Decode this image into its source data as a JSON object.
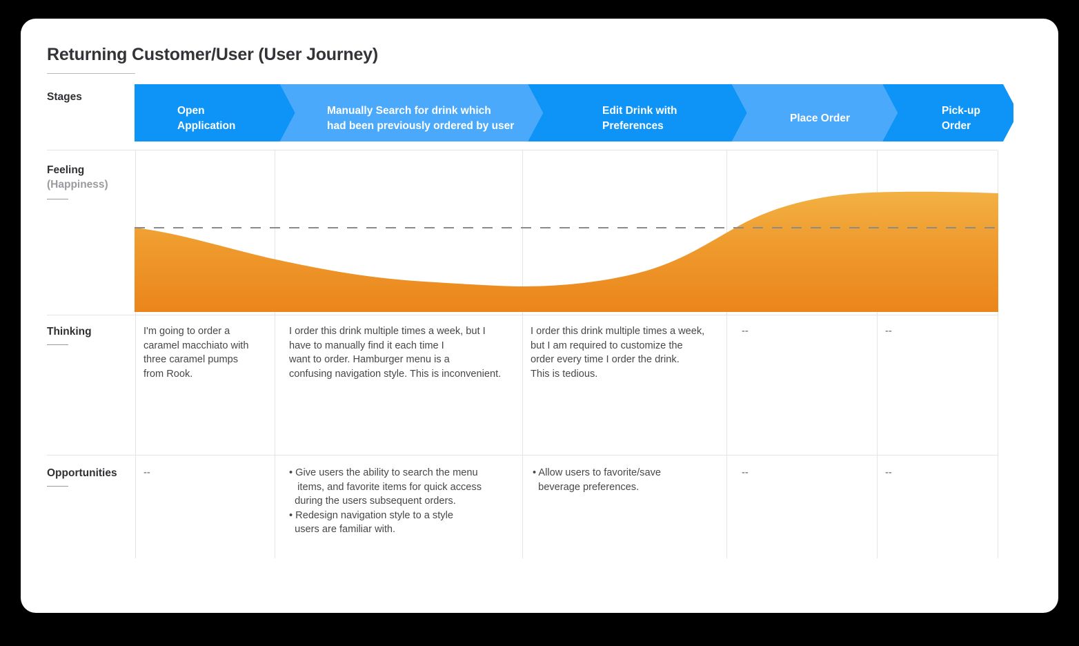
{
  "title": "Returning Customer/User (User Journey)",
  "colors": {
    "stage_dark": "#0e93f7",
    "stage_light": "#4aa9fb",
    "chart_top": "#f2ad3c",
    "chart_bottom": "#ec881d",
    "baseline": "#8a8b8e",
    "grid": "#e3e4e6",
    "card": "#ffffff",
    "page_background": "#000000"
  },
  "rows": {
    "stages_label": "Stages",
    "feeling_label": "Feeling",
    "feeling_sublabel": "(Happiness)",
    "thinking_label": "Thinking",
    "opportunities_label": "Opportunities"
  },
  "stages": [
    {
      "id": "open-application",
      "lines": [
        "Open",
        "Application"
      ],
      "tone": "dark"
    },
    {
      "id": "manual-search",
      "lines": [
        "Manually Search for drink which",
        "had been previously ordered by user"
      ],
      "tone": "light"
    },
    {
      "id": "edit-drink",
      "lines": [
        "Edit Drink with",
        "Preferences"
      ],
      "tone": "dark"
    },
    {
      "id": "place-order",
      "lines": [
        "Place Order"
      ],
      "tone": "light"
    },
    {
      "id": "pick-up-order",
      "lines": [
        "Pick-up",
        "Order"
      ],
      "tone": "dark"
    }
  ],
  "thinking": [
    {
      "lines": [
        "I'm going to order a",
        "caramel macchiato with",
        "three caramel pumps",
        "from Rook."
      ]
    },
    {
      "lines": [
        "I order this drink multiple times a week, but I",
        "have to manually find it each time I",
        "want to order. Hamburger menu is a",
        "confusing navigation style. This is inconvenient."
      ]
    },
    {
      "lines": [
        "I order this drink multiple times a week,",
        "but I am required to customize the",
        "order every time I order the drink.",
        "This is tedious."
      ]
    },
    {
      "lines": [
        "--"
      ]
    },
    {
      "lines": [
        "--"
      ]
    }
  ],
  "opportunities": [
    {
      "lines": [
        "--"
      ]
    },
    {
      "lines": [
        "• Give users the ability to search the menu",
        "   items, and favorite items for quick access",
        "  during the users subsequent orders.",
        "• Redesign navigation style to a style",
        "  users are familiar with."
      ]
    },
    {
      "lines": [
        "• Allow users to favorite/save",
        "  beverage preferences."
      ]
    },
    {
      "lines": [
        "--"
      ]
    },
    {
      "lines": [
        "--"
      ]
    }
  ],
  "chart_data": {
    "type": "area",
    "title": "Feeling (Happiness)",
    "xlabel": "",
    "ylabel": "Happiness",
    "categories": [
      "Open Application",
      "Manually Search for drink which had been previously ordered by user",
      "Edit Drink with Preferences",
      "Place Order",
      "Pick-up Order"
    ],
    "x": [
      0,
      1,
      2,
      3,
      4
    ],
    "values": [
      0.62,
      0.33,
      0.3,
      0.62,
      0.74
    ],
    "baseline_value": 0.62,
    "baseline_style": "dashed",
    "ylim": [
      0,
      1
    ],
    "grid": true,
    "legend": "none",
    "notes": "Smooth area curve: starts at baseline, dips through the search and edit stages, then rises above baseline by pick-up."
  }
}
